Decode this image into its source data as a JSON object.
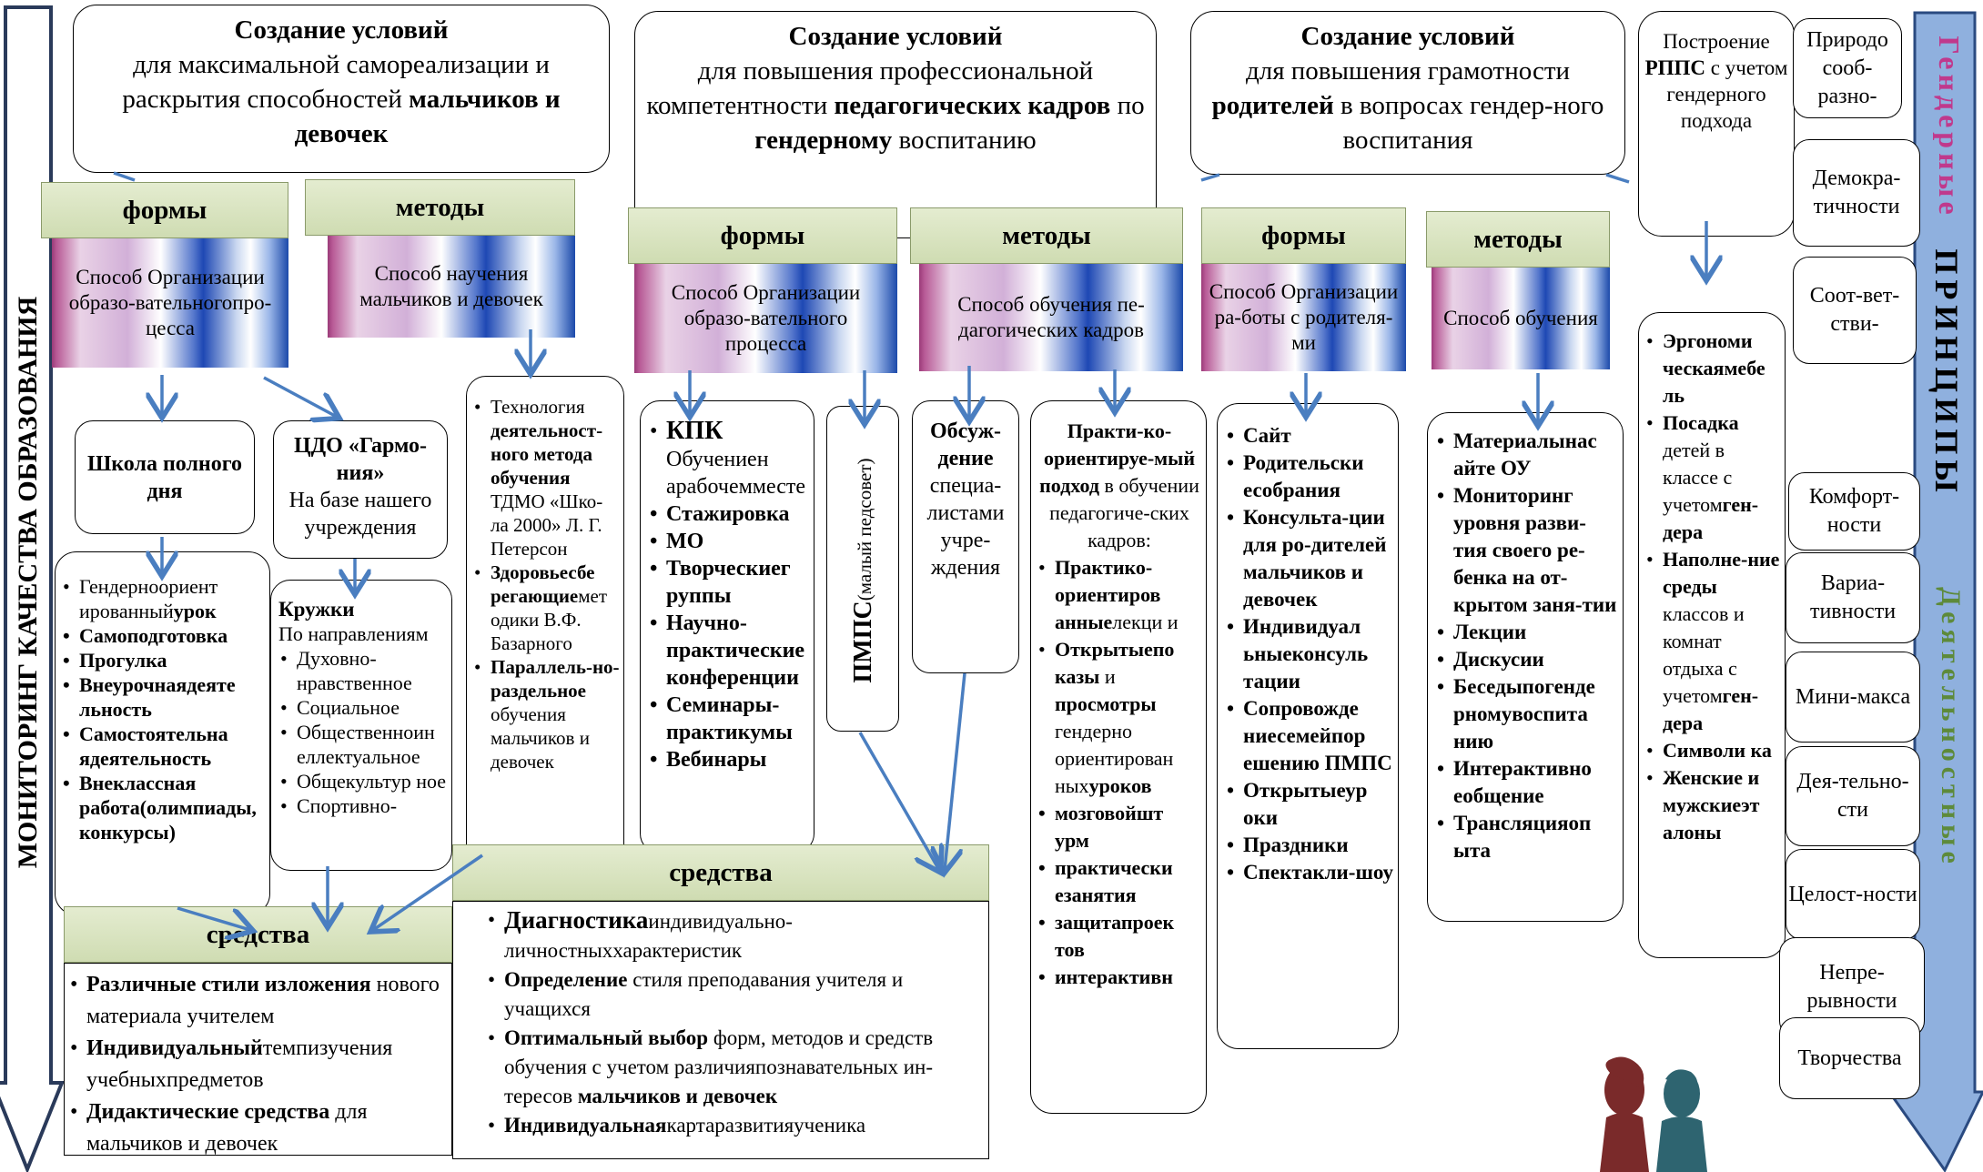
{
  "monitoring_label": "МОНИТОРИНГ КАЧЕСТВА ОБРАЗОВАНИЯ",
  "principles_label": {
    "word1": "Гендерные",
    "word2": "ПРИНЦИПЫ",
    "word3": "Деятельностные"
  },
  "block1": {
    "title_b": "Создание условий",
    "text1": "для максимальной самореализации и раскрытия способностей ",
    "text_b": "мальчиков и девочек",
    "forms_label": "формы",
    "methods_label": "методы",
    "forms_desc": "Способ Организации образо-вательногопро-цесса",
    "methods_desc": "Способ научения мальчиков и девочек",
    "school": "Школа полного дня",
    "cdo_title": "ЦДО «Гармо-ния»",
    "cdo_text": "На базе нашего учреждения",
    "list1": [
      {
        "pre": "Гендерноориент ированный",
        "b": "урок"
      },
      {
        "pre": "",
        "b": "Самоподготовка"
      },
      {
        "pre": "",
        "b": "Прогулка"
      },
      {
        "pre": "",
        "b": "Внеурочнаядеяте льность"
      },
      {
        "pre": "",
        "b": "Самостоятельна ядеятельность"
      },
      {
        "pre": "",
        "b": "Внеклассная работа(олимпиады, конкурсы)"
      }
    ],
    "circles_title": "Кружки",
    "circles_sub": "По направлениям",
    "circles": [
      "Духовно-нравственное",
      "Социальное",
      "Общественноин еллектуальное",
      "Общекультур ное",
      "Спортивно-"
    ],
    "tech_list": [
      {
        "pre": "Технология ",
        "b": "деятельност-ного метода обучения",
        "post": " ТДМО «Шко-ла 2000» Л. Г. Петерсон"
      },
      {
        "pre": "",
        "b": "Здоровьесбе регающие",
        "post": "мет одики В.Ф. Базарного"
      },
      {
        "pre": "",
        "b": "Параллель-но-раздельное",
        "post": " обучения мальчиков и девочек"
      }
    ],
    "means_label": "средства",
    "means_list": [
      {
        "b": "Различные стили изложения",
        "post": " нового материала учителем"
      },
      {
        "b": "Индивидуальный",
        "post": "темпизучения учебныхпредметов"
      },
      {
        "b": "Дидактические средства",
        "post": " для мальчиков и девочек"
      }
    ]
  },
  "block2": {
    "title_b": "Создание условий",
    "text1": "для повышения профессиональной компетентности ",
    "text_b": "педагогических кадров",
    "text2": " по ",
    "text_b2": "гендерному",
    "text3": " воспитанию",
    "forms_label": "формы",
    "methods_label": "методы",
    "forms_desc": "Способ Организации образо-вательного процесса",
    "methods_desc": "Способ обучения пе-дагогических кадров",
    "kpk_list": [
      {
        "b": "КПК",
        "post": " Обучениен арабочемместе"
      },
      {
        "b": "Стажировка",
        "post": ""
      },
      {
        "b": " МО",
        "post": ""
      },
      {
        "b": "Творческиег руппы",
        "post": ""
      },
      {
        "b": "Научно-практические конференции",
        "post": ""
      },
      {
        "b": "Семинары-практикумы",
        "post": ""
      },
      {
        "b": "Вебинары",
        "post": ""
      }
    ],
    "pmps_b": "ПМПС",
    "pmps_small": "(малый педсовет)",
    "discussion_b": "Обсуж-дение",
    "discussion_text": " специа-листами учре-ждения",
    "practice_intro_b": "Практи-ко-ориентируе-мый подход",
    "practice_intro": " в обучении педагогиче-ских кадров:",
    "practice_list": [
      {
        "b": "Практико-ориентиров анные",
        "post": "лекци и"
      },
      {
        "b": "Открытыепо казы",
        "post": " и ",
        "b2": "просмотры",
        "post2": " гендерно ориентирован ных",
        "b3": "уроков"
      },
      {
        "b": "мозговойшт урм",
        "post": ""
      },
      {
        "b": "практически езанятия",
        "post": ""
      },
      {
        "b": "защитапроек тов",
        "post": ""
      },
      {
        "b": "интерактивн",
        "post": ""
      }
    ],
    "means_label": "средства",
    "means_list": [
      {
        "b": "Диагностика",
        "post": "индивидуально-личностныххарактеристик"
      },
      {
        "b": "Определение",
        "post": " стиля преподавания учителя и учащихся"
      },
      {
        "b": "Оптимальный выбор",
        "post": " форм, методов и средств обучения с учетом различияпознавательных ин-тересов ",
        "b2": "мальчиков и девочек"
      },
      {
        "b": "Индивидуальная",
        "post": "картаразвитияученика"
      }
    ]
  },
  "block3": {
    "title_b": "Создание условий",
    "text1": "для повышения грамотности ",
    "text_b": "родителей",
    "text2": " в вопросах гендер-ного воспитания",
    "forms_label": "формы",
    "methods_label": "методы",
    "forms_desc": "Способ Организации ра-боты с родителя-ми",
    "methods_desc": "Способ обучения",
    "forms_list": [
      "Сайт",
      "Родительски есобрания",
      "Консульта-ции для ро-дителей мальчиков и девочек",
      "Индивидуал ьныеконсуль тации",
      "Сопровожде ниесемейпор ешению ПМПС",
      "Открытыеур оки",
      "Праздники",
      "Спектакли-шоу"
    ],
    "methods_list": [
      "Материалынас айте ОУ",
      "Мониторинг уровня разви-тия своего ре-бенка на от-крытом заня-тии",
      "Лекции",
      "Дискусии",
      "Беседыпогенде рномувоспита нию",
      "Интерактивно еобщение",
      "Трансляцияоп ыта"
    ]
  },
  "block4": {
    "rpps_pre": "Построение ",
    "rpps_b": "РППС",
    "rpps_post": " с учетом гендерного подхода",
    "list": [
      {
        "b": "Эргономи ческаямебе ль",
        "post": ""
      },
      {
        "b": "Посадка",
        "post": " детей в классе с учетом",
        "b2": "ген-дера"
      },
      {
        "b": "Наполне-ние среды",
        "post": " классов и комнат отдыха с учетом",
        "b2": "ген-дера"
      },
      {
        "b": "Символи ка",
        "post": ""
      },
      {
        "b": "Женские и мужскиеэт алоны",
        "post": ""
      }
    ]
  },
  "principles": [
    "Природо сооб-разно-",
    "Демокра-тичности",
    "Соот-вет-стви-",
    "Комфорт-ности",
    "Вариа-тивности",
    "Мини-макса",
    "Дея-тельно-сти",
    "Целост-ности",
    "Непре-рывности",
    "Творчества"
  ],
  "colors": {
    "tab_green": "#d3e0b8",
    "arrow_blue": "#4a7ec0",
    "right_arrow": "#8fb0de",
    "gender_pink": "#c0398c",
    "green_text": "#5d8a3a",
    "girl_silhouette": "#7a2a2a",
    "boy_silhouette": "#2e6470"
  }
}
